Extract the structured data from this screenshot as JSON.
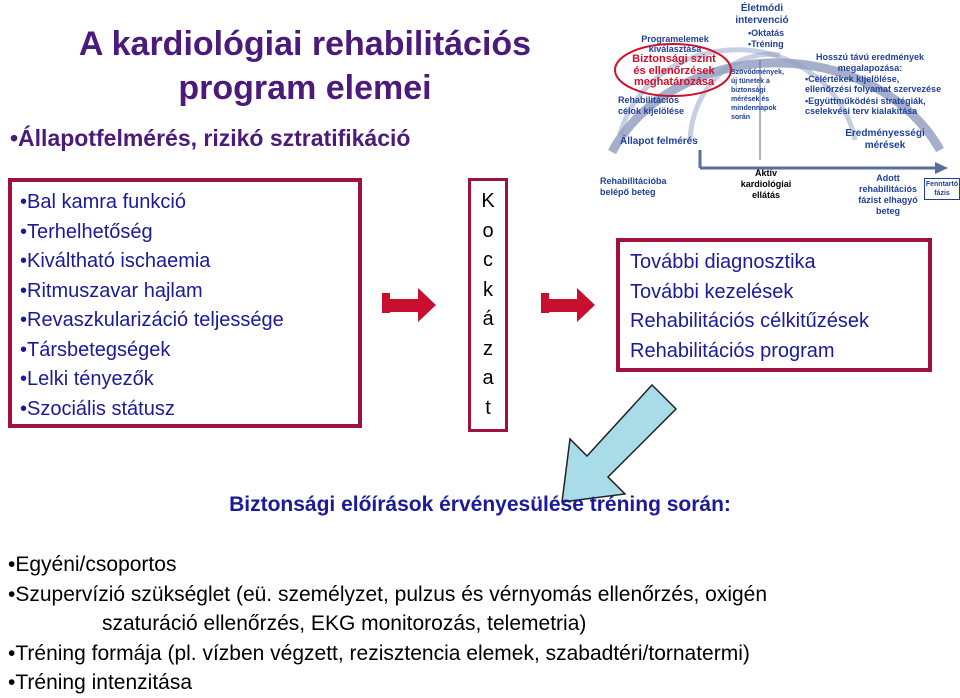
{
  "title_line1": "A kardiológiai rehabilitációs",
  "title_line2": "program elemei",
  "subtitle": "•Állapotfelmérés, rizikó sztratifikáció",
  "left_items": [
    "•Bal kamra funkció",
    "•Terhelhetőség",
    "•Kiváltható ischaemia",
    "•Ritmuszavar hajlam",
    "•Revaszkularizáció teljessége",
    "•Társbetegségek",
    "•Lelki tényezők",
    "•Szociális státusz"
  ],
  "mid_chars": [
    "K",
    "o",
    "c",
    "k",
    "á",
    "z",
    "a",
    "t"
  ],
  "right_items": [
    "További diagnosztika",
    "További kezelések",
    "Rehabilitációs célkitűzések",
    "Rehabilitációs program"
  ],
  "safety_title": "Biztonsági előírások érvényesülése tréning során:",
  "bottom_bullets": [
    "•Egyéni/csoportos",
    "•Szupervízió szükséglet (eü. személyzet, pulzus és vérnyomás ellenőrzés, oxigén",
    "szaturáció ellenőrzés, EKG monitorozás, telemetria)",
    "•Tréning formája (pl. vízben végzett, rezisztencia elemek, szabadtéri/tornatermi)",
    "•Tréning intenzitása"
  ],
  "diagram": {
    "eletmodi": [
      "Életmódi",
      "intervenció"
    ],
    "eletmodi_list": [
      "•Oktatás",
      "•Tréning"
    ],
    "program": [
      "Programelemek",
      "kiválasztása"
    ],
    "biztonsagi": [
      "Biztonsági szint",
      "és ellenőrzések",
      "meghatározása"
    ],
    "rehab_celok": [
      "Rehabilitációs",
      "célok kijelölése"
    ],
    "allapot": "Állapot felmérés",
    "szovodmenyek": [
      "Szövődmények,",
      "új tünetek a",
      "biztonsági",
      "mérések és",
      "mindennapok",
      "során"
    ],
    "hosszu": [
      "Hosszú távú eredmények",
      "megalapozása:"
    ],
    "celertekek": [
      "•Célértékek kijelölése,",
      "ellenőrzési folyamat szervezése"
    ],
    "egyuttmukodesi": [
      "•Együttműködési stratégiák,",
      "cselekvési terv kialakítása"
    ],
    "eredmeny": [
      "Eredményességi",
      "mérések"
    ],
    "belepo": [
      "Rehabilitációba",
      "belépő beteg"
    ],
    "aktiv": [
      "Aktív",
      "kardiológiai",
      "ellátás"
    ],
    "adott": [
      "Adott",
      "rehabilitációs",
      "fázist elhagyó",
      "beteg"
    ],
    "fenntarto": [
      "Fenntartó",
      "fázis"
    ]
  },
  "colors": {
    "title": "#4b1a7a",
    "text_blue": "#1a1a9a",
    "box_border": "#a0123c",
    "arrow_red": "#c8102e",
    "diagram_blue": "#1f3f9a",
    "arc": "#5b6ea0",
    "callout_arrow": "#a8dce8"
  }
}
